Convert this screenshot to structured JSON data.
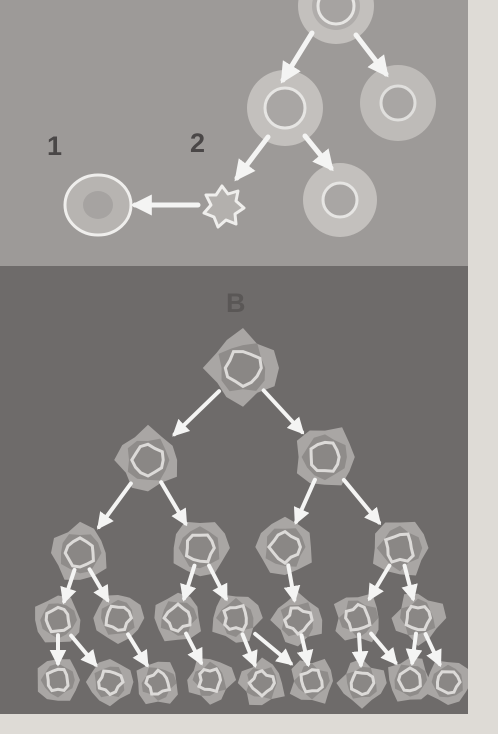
{
  "panel_a": {
    "labels": {
      "one": "1",
      "two": "2"
    }
  },
  "panel_b": {
    "title": "B"
  },
  "colors": {
    "paper": "#dedbd6",
    "panel_a_bg": "#9d9a98",
    "panel_b_bg": "#6e6b6a",
    "cell_outer": "#c3c0bd",
    "cell_mid": "#a9a6a4",
    "cell_membrane": "#ecebea",
    "arrow": "#f4f4f3",
    "label_text": "#4a4747"
  }
}
